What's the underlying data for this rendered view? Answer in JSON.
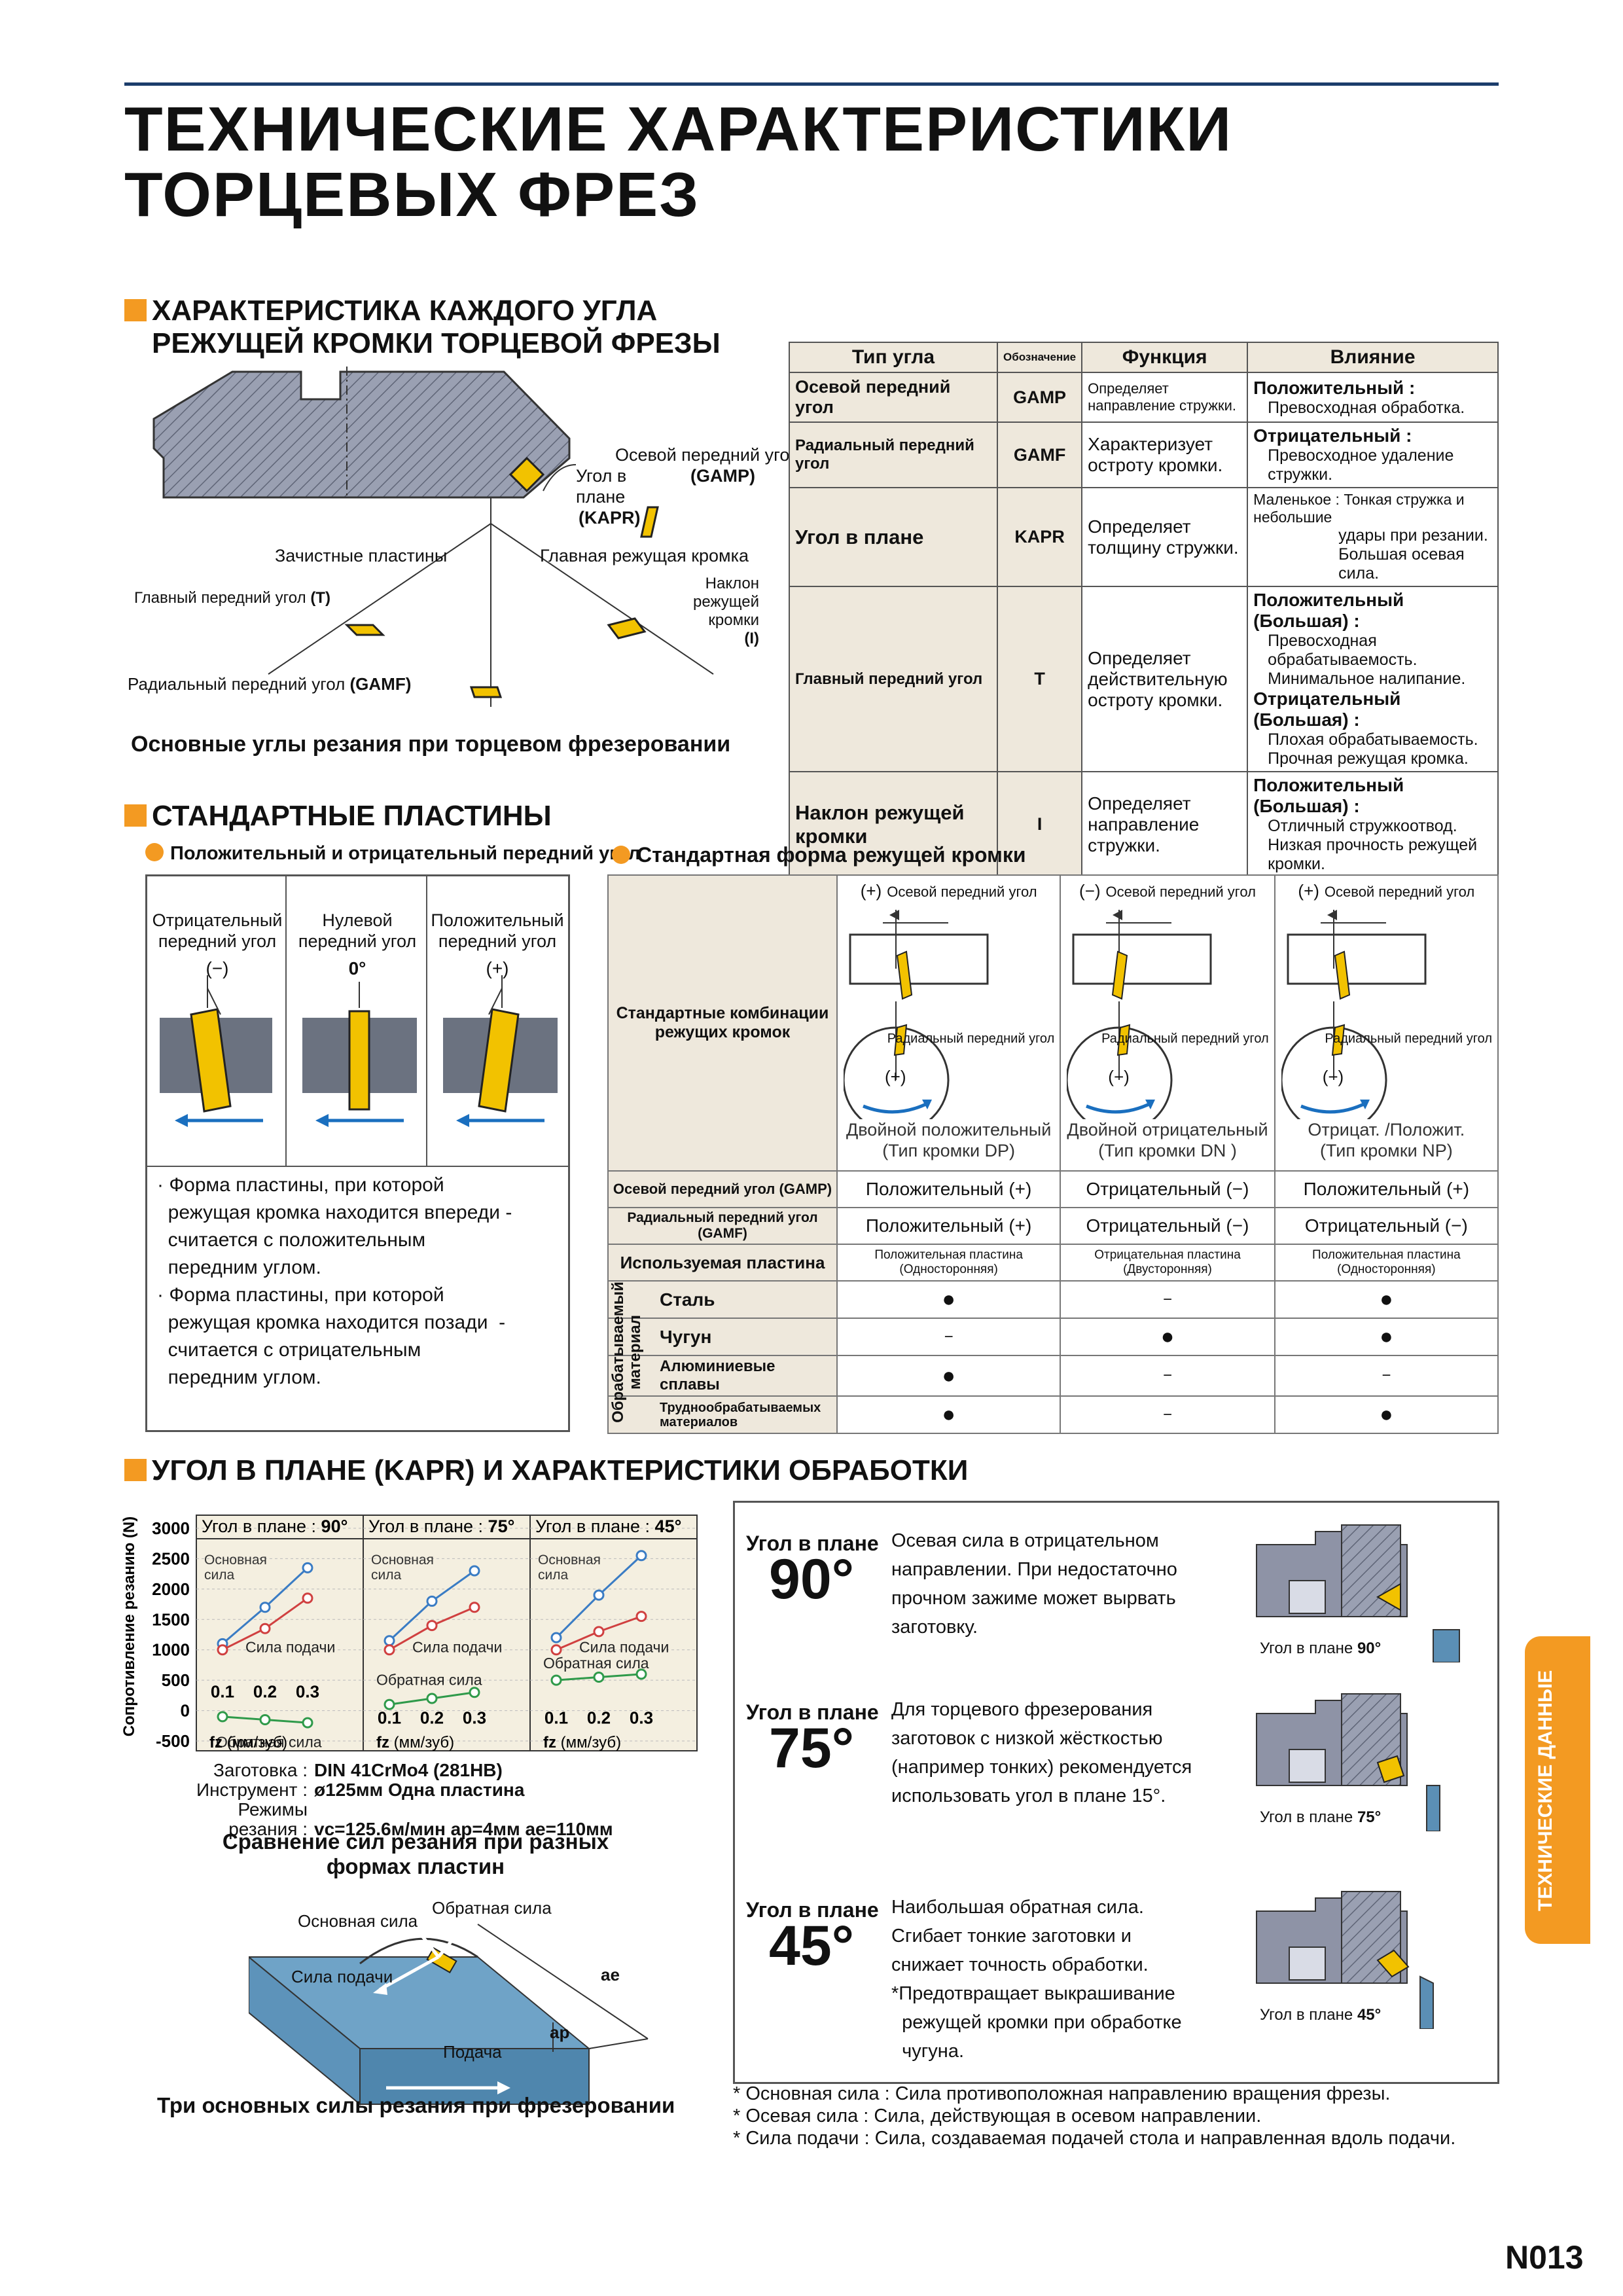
{
  "title": {
    "line1": "ТЕХНИЧЕСКИЕ ХАРАКТЕРИСТИКИ",
    "line2": "ТОРЦЕВЫХ ФРЕЗ"
  },
  "section1": {
    "heading_line1": "ХАРАКТЕРИСТИКА КАЖДОГО УГЛА",
    "heading_line2": "РЕЖУЩЕЙ КРОМКИ ТОРЦЕВОЙ ФРЕЗЫ",
    "diagram_labels": {
      "axial_rake": "Осевой передний угол",
      "axial_rake_code": "(GAMP)",
      "kapr_1": "Угол в",
      "kapr_2": "плане",
      "kapr_code": "(KAPR)",
      "wiper": "Зачистные пластины",
      "main_edge": "Главная режущая кромка",
      "true_rake": "Главный передний угол",
      "true_rake_code": "(T)",
      "incl_1": "Наклон режущей",
      "incl_2": "кромки",
      "incl_code": "(I)",
      "radial_rake": "Радиальный передний угол",
      "radial_rake_code": "(GAMF)"
    },
    "caption": "Основные углы резания при торцевом фрезеровании",
    "table_headers": [
      "Тип угла",
      "Обозначение",
      "Функция",
      "Влияние"
    ],
    "table_rows": [
      {
        "type": "Осевой передний угол",
        "code": "GAMP",
        "function": "Определяет направление стружки.",
        "effect": [
          "Положительный :",
          "Превосходная обработка."
        ]
      },
      {
        "type": "Радиальный передний угол",
        "code": "GAMF",
        "function": "Характеризует остроту кромки.",
        "effect": [
          "Отрицательный :",
          "Превосходное удаление стружки."
        ]
      },
      {
        "type": "Угол в плане",
        "code": "KAPR",
        "function": "Определяет толщину стружки.",
        "effect": [
          "Маленькое : Тонкая стружка и небольшие",
          "удары при резании.",
          "Большая осевая сила."
        ]
      },
      {
        "type": "Главный передний угол",
        "code": "T",
        "function": "Определяет действительную остроту кромки.",
        "effect": [
          "Положительный (Большая) :",
          "Превосходная обрабатываемость.",
          "Минимальное налипание.",
          "Отрицательный (Большая) :",
          "Плохая обрабатываемость.",
          "Прочная режущая кромка."
        ]
      },
      {
        "type": "Наклон режущей кромки",
        "code": "I",
        "function": "Определяет направление стружки.",
        "effect": [
          "Положительный (Большая) :",
          "Отличный стружкоотвод.",
          "Низкая прочность режущей кромки."
        ]
      }
    ]
  },
  "section2": {
    "heading": "СТАНДАРТНЫЕ ПЛАСТИНЫ",
    "left_sub": "Положительный и отрицательный передний угол",
    "left_cols": [
      {
        "name_1": "Отрицательный",
        "name_2": "передний угол",
        "sign": "(−)"
      },
      {
        "name_1": "Нулевой",
        "name_2": "передний угол",
        "sign": "0°"
      },
      {
        "name_1": "Положительный",
        "name_2": "передний угол",
        "sign": "(+)"
      }
    ],
    "left_text": [
      "· Форма пластины, при которой",
      "  режущая кромка находится впереди -",
      "  считается с положительным",
      "  передним углом.",
      "· Форма пластины, при которой",
      "  режущая кромка находится позади  -",
      "  считается с отрицательным",
      "  передним углом."
    ],
    "right_sub": "Стандартная форма режущей кромки",
    "combo_label_1": "Стандартные комбинации",
    "combo_label_2": "режущих кромок",
    "axial_label": "Осевой передний угол",
    "radial_label": "Радиальный передний угол",
    "combos": [
      {
        "axial_sign": "(+)",
        "radial_sign": "(+)",
        "name_1": "Двойной положительный",
        "name_2": "(Тип кромки DP)"
      },
      {
        "axial_sign": "(−)",
        "radial_sign": "(−)",
        "name_1": "Двойной отрицательный",
        "name_2": "(Тип кромки DN )"
      },
      {
        "axial_sign": "(+)",
        "radial_sign": "(−)",
        "name_1": "Отрицат. /Положит.",
        "name_2": "(Тип кромки NP)"
      }
    ],
    "rows": {
      "axial": {
        "label": "Осевой передний угол (GAMP)",
        "values": [
          "Положительный (+)",
          "Отрицательный (−)",
          "Положительный (+)"
        ]
      },
      "radial": {
        "label": "Радиальный передний угол (GAMF)",
        "values": [
          "Положительный (+)",
          "Отрицательный (−)",
          "Отрицательный (−)"
        ]
      },
      "insert": {
        "label": "Используемая пластина",
        "values": [
          "Положительная пластина (Односторонняя)",
          "Отрицательная пластина (Двусторонняя)",
          "Положительная пластина (Односторонняя)"
        ]
      }
    },
    "material_group": "Обрабатываемый материал",
    "materials": [
      {
        "name": "Сталь",
        "marks": [
          "●",
          "−",
          "●"
        ]
      },
      {
        "name": "Чугун",
        "marks": [
          "−",
          "●",
          "●"
        ]
      },
      {
        "name": "Алюминиевые сплавы",
        "marks": [
          "●",
          "−",
          "−"
        ]
      },
      {
        "name": "Труднообрабатываемых материалов",
        "marks": [
          "●",
          "−",
          "●"
        ]
      }
    ]
  },
  "section3": {
    "heading": "УГОЛ В ПЛАНЕ (KAPR) И ХАРАКТЕРИСТИКИ ОБРАБОТКИ",
    "conditions": [
      {
        "label": "Заготовка :",
        "value": "DIN 41CrMo4  (281HB)"
      },
      {
        "label": "Инструмент :",
        "value": "ø125мм   Одна пластина"
      },
      {
        "label": "Режимы резания :",
        "value": "vc=125.6м/мин  ap=4мм  ae=110мм"
      }
    ],
    "forces_caption_1": "Сравнение сил резания при разных",
    "forces_caption_2": "формах пластин",
    "forces_labels": {
      "main": "Основная сила",
      "back": "Обратная сила",
      "feed_force": "Сила подачи",
      "ae": "ae",
      "ap": "ap",
      "feed": "Подача"
    },
    "forces_caption_bottom": "Три основных силы резания при фрезеровании",
    "kapr_blocks": [
      {
        "label": "Угол в плане",
        "angle": "90°",
        "text": [
          "Осевая сила в отрицательном",
          "направлении. При недостаточно",
          "прочном зажиме может вырвать",
          "заготовку."
        ],
        "img_label": "Угол в плане",
        "img_angle": "90°"
      },
      {
        "label": "Угол в плане",
        "angle": "75°",
        "text": [
          "Для торцевого фрезерования",
          "заготовок с низкой жёсткостью",
          "(например тонких) рекомендуется",
          "использовать угол в плане 15°."
        ],
        "img_label": "Угол в плане",
        "img_angle": "75°"
      },
      {
        "label": "Угол в плане",
        "angle": "45°",
        "text": [
          "Наибольшая обратная сила.",
          "Сгибает тонкие заготовки и",
          "снижает точность обработки.",
          "*Предотвращает выкрашивание",
          "  режущей кромки при обработке",
          "  чугуна."
        ],
        "img_label": "Угол в плане",
        "img_angle": "45°"
      }
    ],
    "footnotes": [
      "* Основная сила : Сила противоположная направлению вращения фрезы.",
      "* Осевая сила : Сила, действующая в осевом направлении.",
      "* Сила подачи : Сила, создаваемая подачей стола и направленная вдоль подачи."
    ]
  },
  "chart_data": {
    "type": "line",
    "ylabel": "Сопротивление резанию (N)",
    "xlabel": "fz (мм/зуб)",
    "ylim": [
      -500,
      3000
    ],
    "yticks": [
      3000,
      2500,
      2000,
      1500,
      1000,
      500,
      0,
      -500
    ],
    "x": [
      0.1,
      0.2,
      0.3
    ],
    "panels": [
      {
        "title": "Угол в плане :",
        "angle": "90°",
        "series": [
          {
            "name": "Основная сила",
            "color": "#3a7cc4",
            "values": [
              1100,
              1700,
              2350
            ]
          },
          {
            "name": "Сила подачи",
            "color": "#d04040",
            "values": [
              1000,
              1350,
              1850
            ]
          },
          {
            "name": "Обратная сила",
            "color": "#2f9a4a",
            "values": [
              -100,
              -150,
              -200
            ]
          }
        ]
      },
      {
        "title": "Угол в плане :",
        "angle": "75°",
        "series": [
          {
            "name": "Основная сила",
            "color": "#3a7cc4",
            "values": [
              1150,
              1800,
              2300
            ]
          },
          {
            "name": "Сила подачи",
            "color": "#d04040",
            "values": [
              1000,
              1400,
              1700
            ]
          },
          {
            "name": "Обратная сила",
            "color": "#2f9a4a",
            "values": [
              100,
              200,
              300
            ]
          }
        ]
      },
      {
        "title": "Угол в плане :",
        "angle": "45°",
        "series": [
          {
            "name": "Основная сила",
            "color": "#3a7cc4",
            "values": [
              1200,
              1900,
              2550
            ]
          },
          {
            "name": "Сила подачи",
            "color": "#d04040",
            "values": [
              1000,
              1300,
              1550
            ]
          },
          {
            "name": "Обратная сила",
            "color": "#2f9a4a",
            "values": [
              500,
              550,
              600
            ]
          }
        ]
      }
    ],
    "grid": true
  },
  "sidebar": {
    "tab": "ТЕХНИЧЕСКИЕ ДАННЫЕ"
  },
  "page": {
    "number": "N013"
  }
}
